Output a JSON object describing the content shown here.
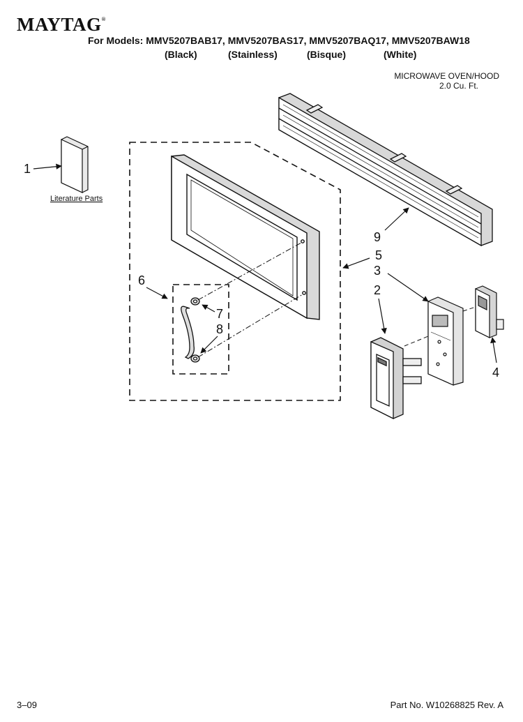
{
  "header": {
    "brand": "MAYTAG",
    "brand_mark": "®",
    "models_line": "For Models: MMV5207BAB17, MMV5207BAS17, MMV5207BAQ17, MMV5207BAW18",
    "colors": [
      "(Black)",
      "(Stainless)",
      "(Bisque)",
      "(White)"
    ]
  },
  "product": {
    "type": "MICROWAVE OVEN/HOOD",
    "capacity": "2.0 Cu. Ft."
  },
  "callouts": {
    "c1": "1",
    "c2": "2",
    "c3": "3",
    "c4": "4",
    "c5": "5",
    "c6": "6",
    "c7": "7",
    "c8": "8",
    "c9": "9"
  },
  "literature_label": "Literature Parts",
  "footer": {
    "page": "3–09",
    "part_number": "Part No. W10268825 Rev. A"
  }
}
